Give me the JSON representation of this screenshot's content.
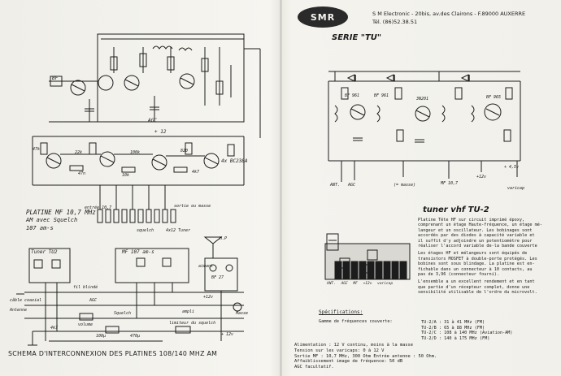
{
  "header": {
    "logo_text": "SMR",
    "company": "S M Electronic - 20bis, av.des Clairons - F.89000 AUXERRE",
    "tel": "Tél. (86)52.38.51",
    "series": "SERIE \"TU\""
  },
  "left_top": {
    "platine_title": "PLATINE MF 10,7 MHz",
    "platine_sub1": "AM avec Squelch",
    "platine_sub2": "107 am-s",
    "labels": {
      "bf": "BF",
      "agc": "AGC",
      "plus12": "+ 12",
      "bc238": "4x BC238A",
      "entree": "entrée 10,7",
      "squelch": "squelch",
      "sortie": "sortie ou masse",
      "v_tuner": "4x12 Tuner",
      "r47k": "47k",
      "r22k": "22k",
      "r100k": "100k",
      "c47n": "47n",
      "r820": "820",
      "r4k7": "4k7",
      "r10k": "10k"
    }
  },
  "left_bottom": {
    "tuner_label": "Tuner TU2",
    "mf_label": "MF 107 am-s",
    "ic_label": "BF 27",
    "scheme_title": "SCHEMA D'INTERCONNEXION DES PLATINES 108/140 MHZ AM",
    "labels": {
      "ht_blinde": "fil blindé",
      "agc": "AGC",
      "squelch": "Squelch",
      "plus12": "+12v",
      "masse": "Masse",
      "ampli": "ampli",
      "vol": "volume",
      "limiteur": "limiteur du squelch",
      "coax": "câble coaxial",
      "ant": "Antenne",
      "ht": "H.P",
      "aimant": "aimant",
      "v12": "+ 12v",
      "r4k7": "4k7",
      "c100": "100µ",
      "c470": "470µ"
    }
  },
  "right_top": {
    "labels": {
      "ant": "ANT.",
      "agc": "AGC",
      "masse": "(= masse)",
      "mf": "MF 10,7",
      "plus12": "+12v",
      "varicap": "varicap",
      "bf": "BF 961",
      "bf2": "BF 961",
      "bf3": "3N201",
      "bf4": "BF 965",
      "plus4": "+ 4,5v"
    }
  },
  "right_bottom": {
    "tuner_title": "tuner vhf TU-2",
    "description": [
      "Platine Tête HF sur circuit imprimé époxy,",
      "comprenant un étage Haute-fréquence, un étage mé-",
      "langeur et un oscillateur. Les bobinages sont",
      "accordés par des diodes à capacité variable et",
      "il suffit d'y adjoindre un potentiomètre pour",
      "réaliser l'accord variable de-la bande couverte",
      "Les étages HF et mélangeurs sont équipés de",
      "transistors MOSFET à double-porte protégés. Les",
      "bobines sont sous blindage. La platine est en-",
      "fichable dans un connecteur à 10 contacts, au",
      "pas de 3,96 (connecteur fourni).",
      "L'ensemble a un excellent rendement et en tant",
      "que partie d'un récepteur complet, donne une",
      "sensibilité utilisable de l'ordre du microvolt."
    ],
    "pin_labels": [
      "ANT.",
      "AGC",
      "MF",
      "+12v",
      "varicap"
    ],
    "specs_title": "Spécifications:",
    "specs_range_label": "Gamme de fréquences couverte:",
    "specs_ranges": [
      "TU-2/A : 31 à 41 MHz (FM)",
      "TU-2/B : 65 à 88 MHz (FM)",
      "TU-2/C : 108 à 140 MHz (Aviation-AM)",
      "TU-2/D : 140 à 175 MHz (FM)"
    ],
    "specs_lines": [
      "Alimentation : 12 V continu, moins à la masse",
      "Tension sur les varicaps:        0 à 12 V",
      "Sortie MF : 10,7 MHz, 300 Ohm    Entrée antenne : 50 Ohm.",
      "Affaiblissement image de fréquence: 50 dB",
      "AGC facultatif."
    ]
  }
}
